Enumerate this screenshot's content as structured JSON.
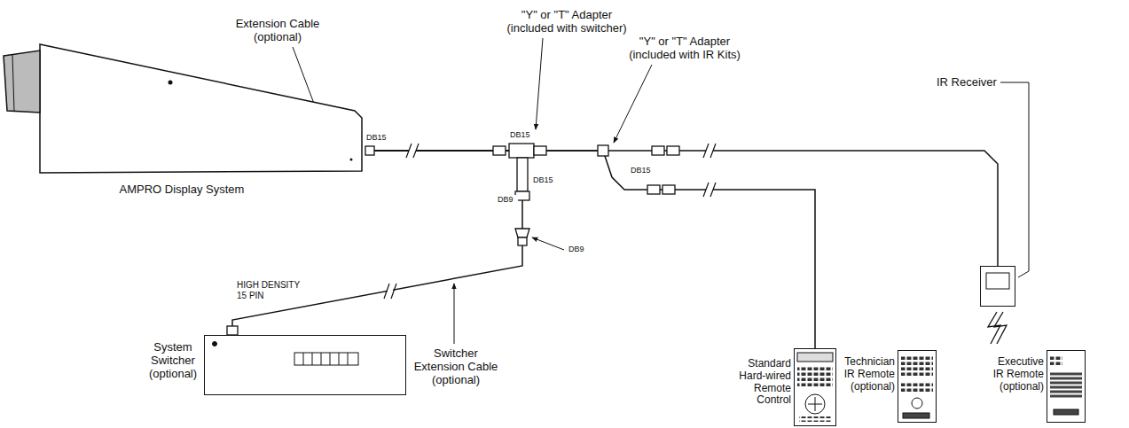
{
  "diagram": {
    "nodes": [
      {
        "text": [
          "AMPRO Display System"
        ]
      },
      {
        "text": [
          "System Switcher (optional)"
        ]
      },
      {
        "text": [
          "IR Receiver"
        ]
      },
      {
        "text": [
          "Standard Hard-wired Remote Control"
        ]
      },
      {
        "text": [
          "Technician IR Remote (optional)"
        ]
      },
      {
        "text": [
          "Executive IR Remote (optional)"
        ]
      }
    ],
    "edges": [
      {
        "from": 0,
        "to": 1,
        "arrow": "none"
      },
      {
        "from": 0,
        "to": 2,
        "arrow": "none"
      },
      {
        "from": 0,
        "to": 3,
        "arrow": "none"
      }
    ],
    "labels": [
      "Extension Cable (optional)",
      "DB15",
      "\"Y\" or \"T\" Adapter (included with switcher)",
      "DB15",
      "DB9",
      "DB15",
      "\"Y\" or \"T\" Adapter (included with IR Kits)",
      "DB15",
      "DB9",
      "HIGH DENSITY 15 PIN",
      "Switcher Extension Cable (optional)"
    ]
  }
}
